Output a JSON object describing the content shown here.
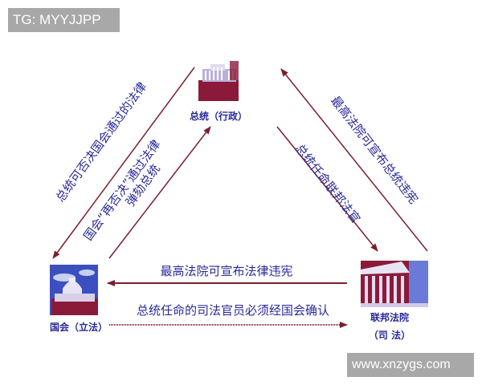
{
  "watermarks": {
    "top_left": "TG: MYYJJPP",
    "bottom_right": "www.xnzygs.com"
  },
  "nodes": {
    "executive": {
      "label": "总统（行政）",
      "image": "white-house-photo"
    },
    "legislative": {
      "label": "国会（立法）",
      "image": "capitol-photo"
    },
    "judicial": {
      "label_line1": "联邦法院",
      "label_line2": "（司 法）",
      "image": "supreme-court-photo"
    }
  },
  "edges": {
    "president_veto": "总统可否决国会通过的法律",
    "congress_override_line1": "国会“再否决”通过法律",
    "congress_override_line2": "弹劾总统",
    "court_president": "最高法院可宣布总统违宪",
    "president_appoint": "总统任命联邦法官",
    "court_law": "最高法院可宣布法律违宪",
    "congress_confirm": "总统任命的司法官员必须经国会确认"
  },
  "colors": {
    "arrow": "#7a1f2e",
    "text": "#2a2a9a",
    "photo_red": "#8b1a3a",
    "photo_blue": "#3b4fc0"
  }
}
